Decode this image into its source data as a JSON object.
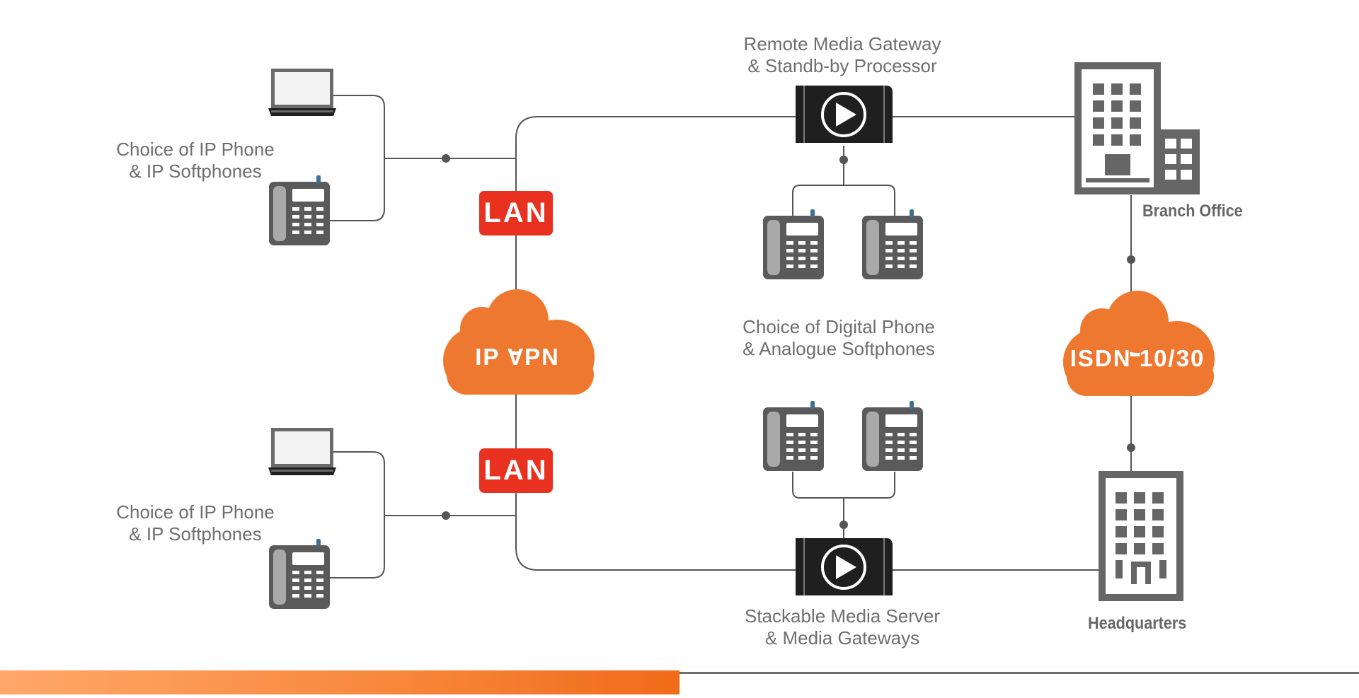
{
  "labels": {
    "ip_phone_top": [
      "Choice of IP Phone",
      "& IP Softphones"
    ],
    "ip_phone_bottom": [
      "Choice of IP Phone",
      "& IP Softphones"
    ],
    "remote_gateway": [
      "Remote Media Gateway",
      "& Standb-by Processor"
    ],
    "digital_phone": [
      "Choice of Digital Phone",
      "& Analogue Softphones"
    ],
    "media_server": [
      "Stackable Media Server",
      "& Media Gateways"
    ],
    "branch_office": "Branch Office",
    "headquarters": "Headquarters"
  },
  "badges": {
    "lan_top": "LAN",
    "lan_bottom": "LAN"
  },
  "clouds": {
    "ip_vpn": "IP VPN",
    "isdn": "ISDN 10/30"
  },
  "colors": {
    "orange": "#ef7830",
    "lan_red": "#e8311f",
    "device_dark": "#1f1f1f",
    "phone_gray": "#5a5a5a",
    "building_gray": "#666666",
    "line": "#555555"
  },
  "icons": [
    "laptop-icon",
    "ip-phone-icon",
    "digital-phone-icon",
    "media-gateway-icon",
    "building-icon",
    "cloud-icon"
  ]
}
